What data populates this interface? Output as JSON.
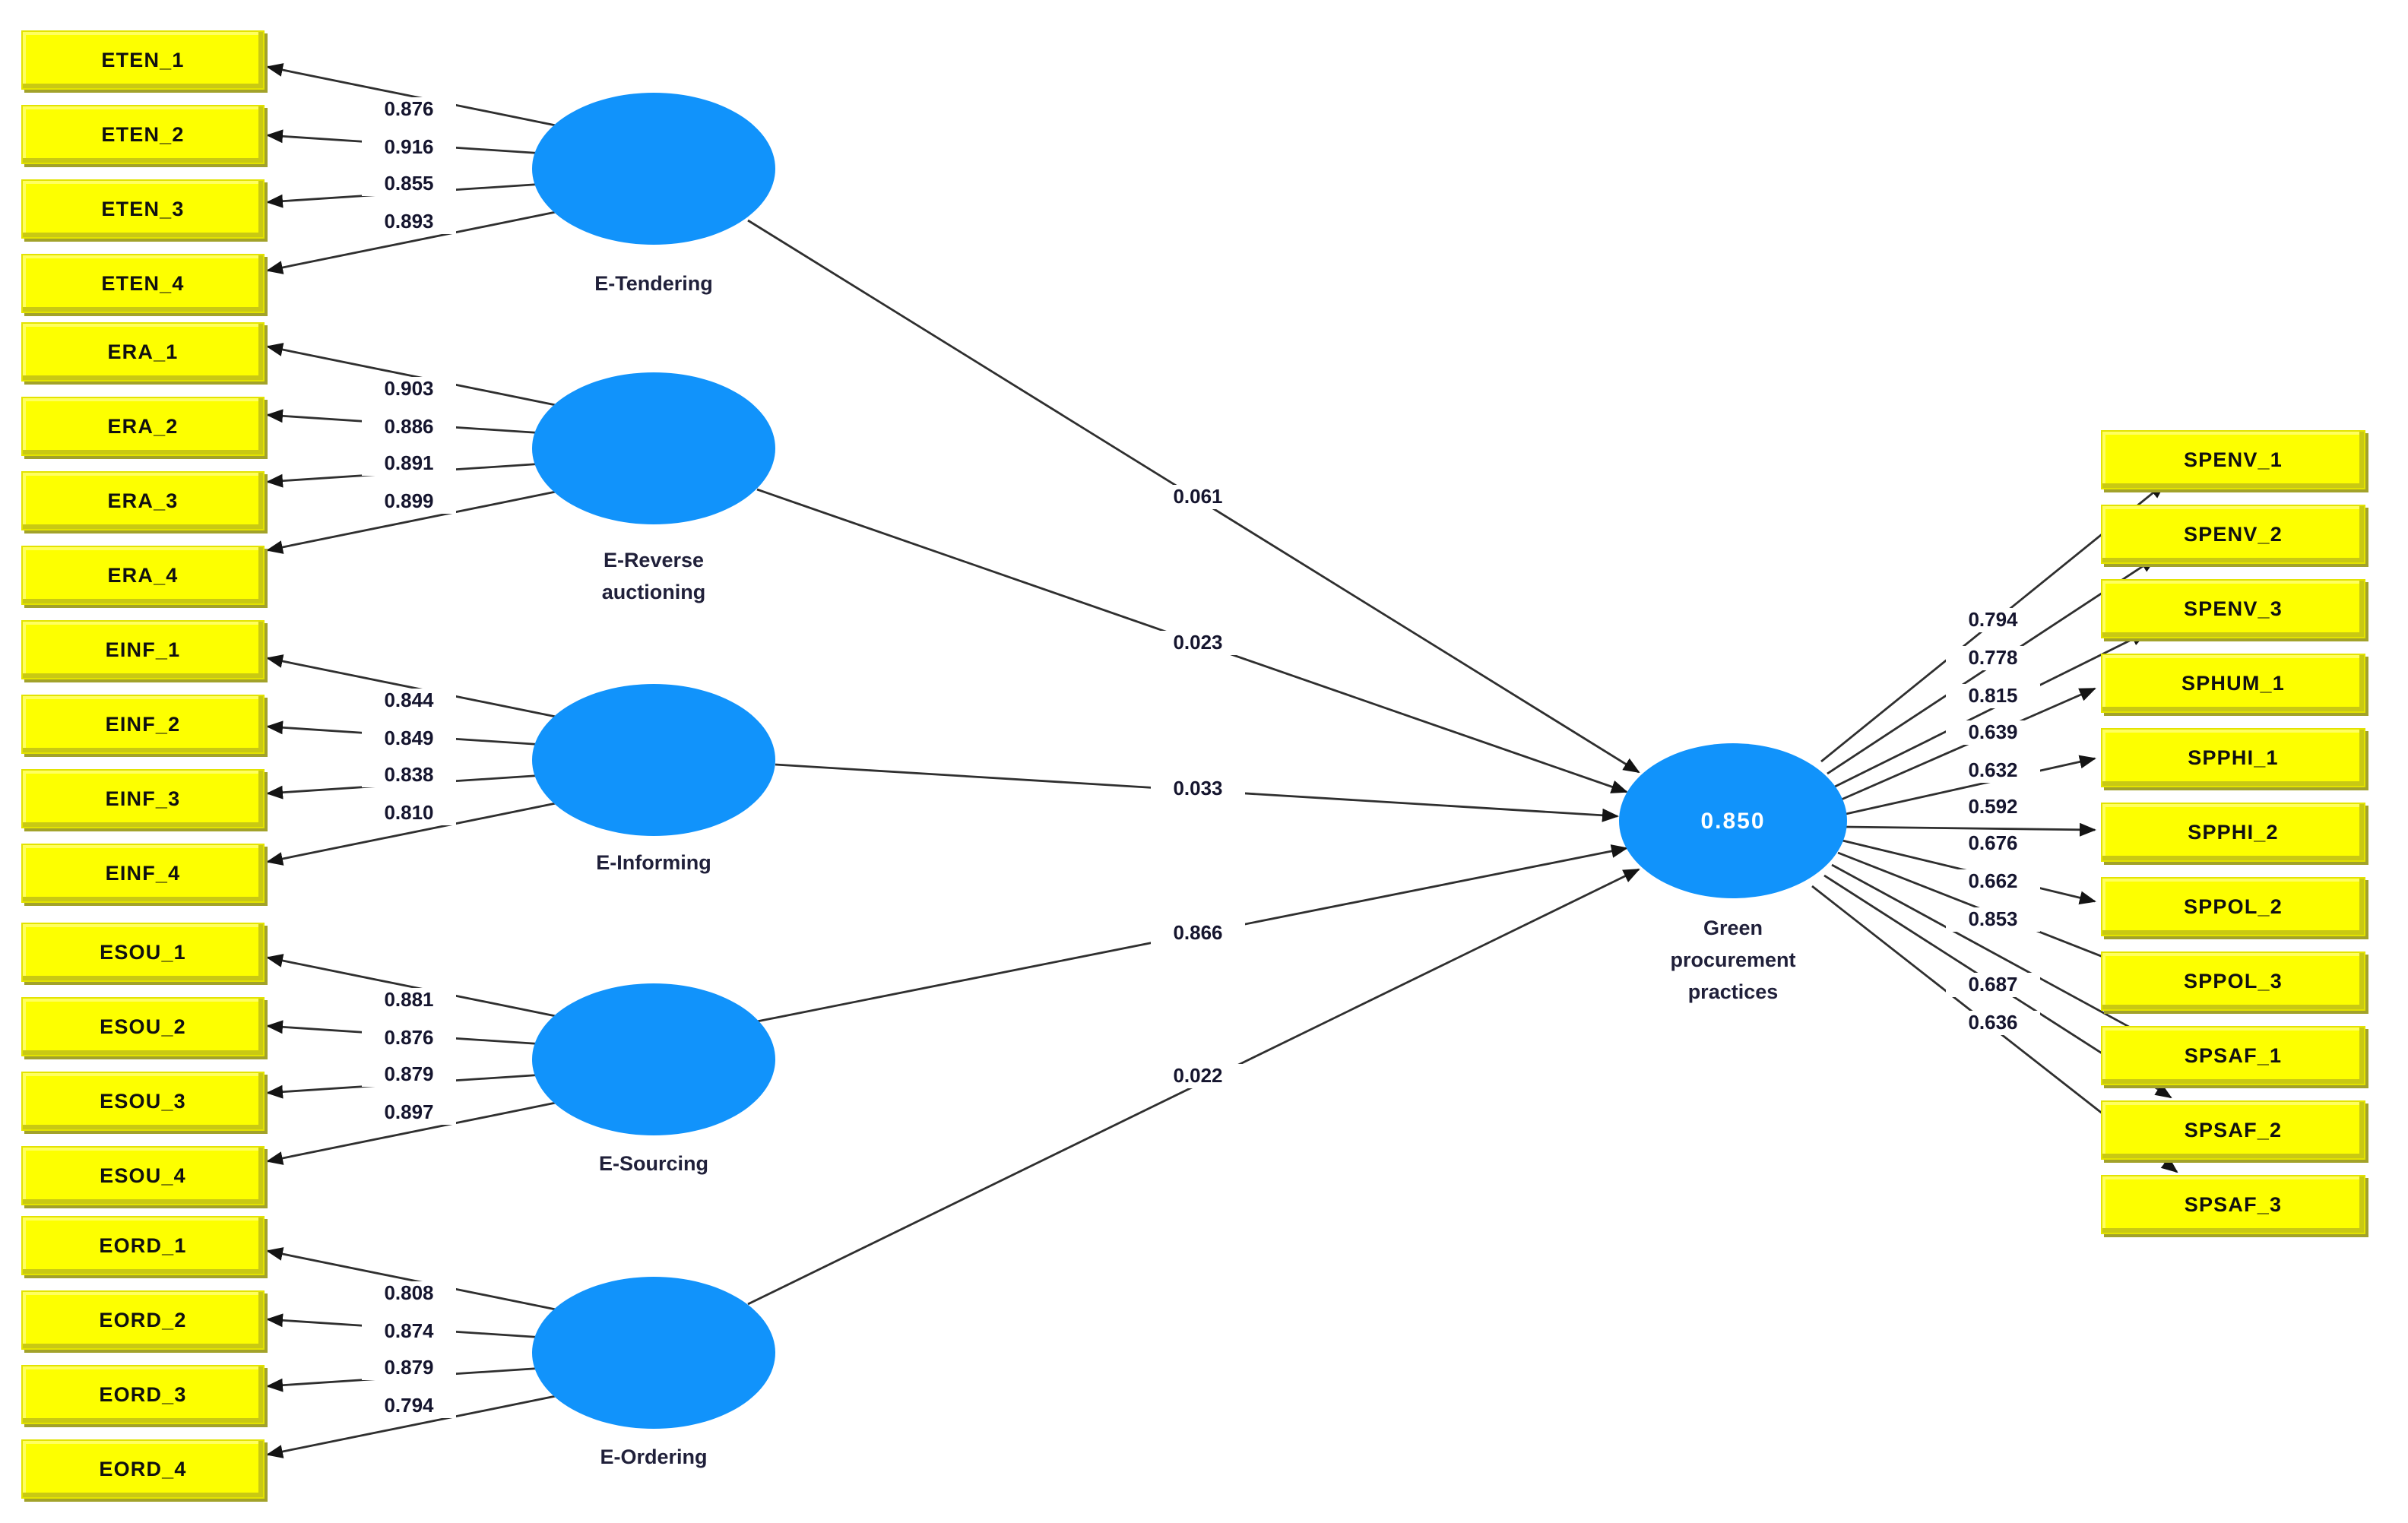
{
  "diagram": {
    "type": "pls-sem-path-model",
    "colors": {
      "indicator_fill": "#fdff00",
      "indicator_border": "#c9c900",
      "latent_fill": "#1193fb",
      "arrow": "#2f2f2f",
      "number_text": "#15152e",
      "r2_text": "#ffffff"
    },
    "constructs": [
      {
        "label": "E-Tendering",
        "path_coefficient": "0.061",
        "indicators": [
          {
            "id": "ETEN_1",
            "loading": "0.876"
          },
          {
            "id": "ETEN_2",
            "loading": "0.916"
          },
          {
            "id": "ETEN_3",
            "loading": "0.855"
          },
          {
            "id": "ETEN_4",
            "loading": "0.893"
          }
        ]
      },
      {
        "label": "E-Reverse auctioning",
        "path_coefficient": "0.023",
        "indicators": [
          {
            "id": "ERA_1",
            "loading": "0.903"
          },
          {
            "id": "ERA_2",
            "loading": "0.886"
          },
          {
            "id": "ERA_3",
            "loading": "0.891"
          },
          {
            "id": "ERA_4",
            "loading": "0.899"
          }
        ]
      },
      {
        "label": "E-Informing",
        "path_coefficient": "0.033",
        "indicators": [
          {
            "id": "EINF_1",
            "loading": "0.844"
          },
          {
            "id": "EINF_2",
            "loading": "0.849"
          },
          {
            "id": "EINF_3",
            "loading": "0.838"
          },
          {
            "id": "EINF_4",
            "loading": "0.810"
          }
        ]
      },
      {
        "label": "E-Sourcing",
        "path_coefficient": "0.866",
        "indicators": [
          {
            "id": "ESOU_1",
            "loading": "0.881"
          },
          {
            "id": "ESOU_2",
            "loading": "0.876"
          },
          {
            "id": "ESOU_3",
            "loading": "0.879"
          },
          {
            "id": "ESOU_4",
            "loading": "0.897"
          }
        ]
      },
      {
        "label": "E-Ordering",
        "path_coefficient": "0.022",
        "indicators": [
          {
            "id": "EORD_1",
            "loading": "0.808"
          },
          {
            "id": "EORD_2",
            "loading": "0.874"
          },
          {
            "id": "EORD_3",
            "loading": "0.879"
          },
          {
            "id": "EORD_4",
            "loading": "0.794"
          }
        ]
      }
    ],
    "outcome": {
      "label": "Green procurement practices",
      "r_squared": "0.850",
      "indicators": [
        {
          "id": "SPENV_1",
          "loading": "0.794"
        },
        {
          "id": "SPENV_2",
          "loading": "0.778"
        },
        {
          "id": "SPENV_3",
          "loading": "0.815"
        },
        {
          "id": "SPHUM_1",
          "loading": "0.639"
        },
        {
          "id": "SPPHI_1",
          "loading": "0.632"
        },
        {
          "id": "SPPHI_2",
          "loading": "0.592"
        },
        {
          "id": "SPPOL_2",
          "loading": "0.676"
        },
        {
          "id": "SPPOL_3",
          "loading": "0.662"
        },
        {
          "id": "SPSAF_1",
          "loading": "0.853"
        },
        {
          "id": "SPSAF_2",
          "loading": "0.687"
        },
        {
          "id": "SPSAF_3",
          "loading": "0.636"
        }
      ]
    }
  }
}
